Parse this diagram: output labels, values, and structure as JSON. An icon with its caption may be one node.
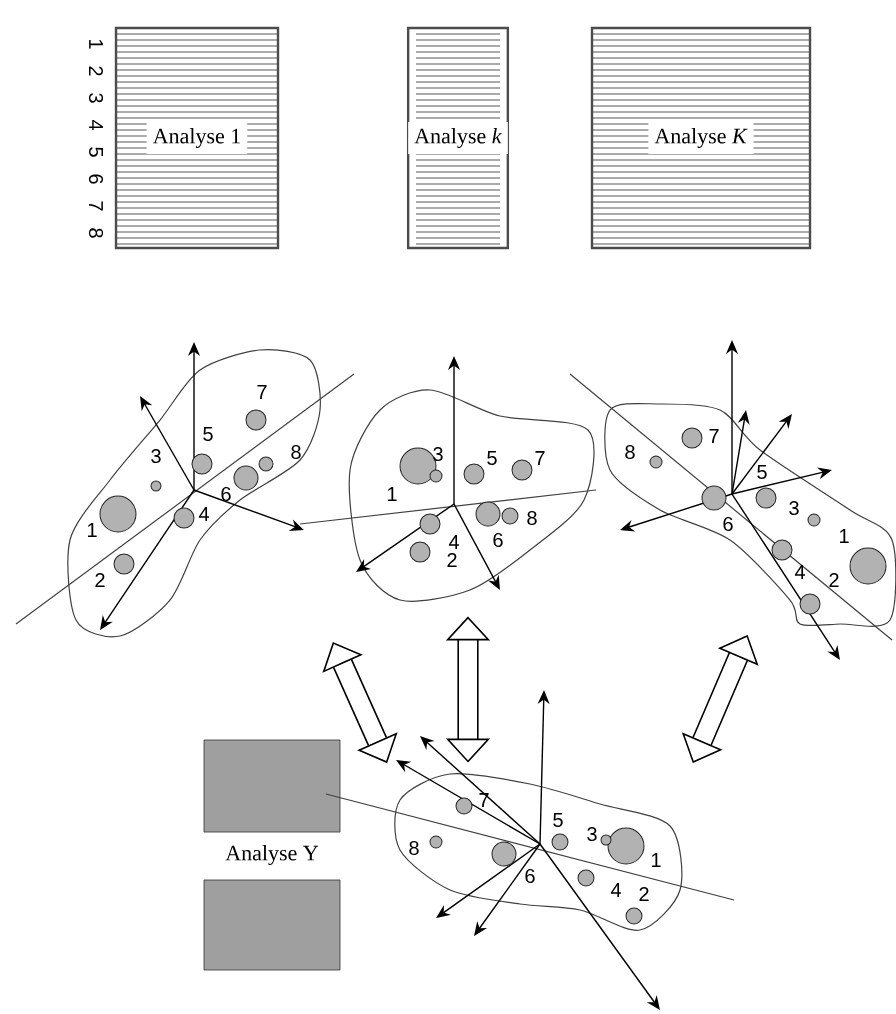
{
  "diagram": {
    "nodes": [
      {
        "text": [
          "Analyse 1"
        ]
      },
      {
        "text": [
          "Analyse *k*"
        ]
      },
      {
        "text": [
          "Analyse *K*"
        ]
      },
      {
        "text": [
          "Analyse Y"
        ]
      },
      {
        "text": [],
        "shape": "picture"
      },
      {
        "text": [],
        "shape": "picture"
      },
      {
        "text": [],
        "shape": "picture"
      },
      {
        "text": [],
        "shape": "picture"
      }
    ],
    "edges": [
      {
        "from": 4,
        "to": 7,
        "arrow": "both"
      },
      {
        "from": 5,
        "to": 7,
        "arrow": "both"
      },
      {
        "from": 6,
        "to": 7,
        "arrow": "both"
      }
    ],
    "labels": [
      "1",
      "2",
      "3",
      "4",
      "5",
      "6",
      "7",
      "8",
      "1",
      "2",
      "3",
      "4",
      "5",
      "6",
      "7",
      "8",
      "1",
      "2",
      "3",
      "4",
      "5",
      "6",
      "7",
      "8",
      "1",
      "2",
      "3",
      "4",
      "5",
      "6",
      "7",
      "8",
      "1",
      "2",
      "3",
      "4",
      "5",
      "6",
      "7",
      "8"
    ]
  }
}
